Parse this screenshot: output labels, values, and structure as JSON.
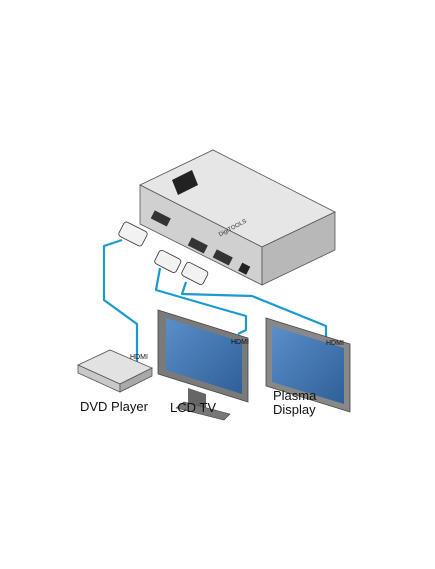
{
  "devices": {
    "source": "DVD Player",
    "display_1": "LCD TV",
    "display_2_line1": "Plasma",
    "display_2_line2": "Display"
  },
  "cables": {
    "to_source": "HDMI",
    "to_display_1": "HDMI",
    "to_display_2": "HDMI"
  },
  "unit_marking": "DigiTOOLS",
  "colors": {
    "cable": "#1a9ad0",
    "screen": "#3f78b6",
    "chassis": "#d6d6d6"
  }
}
